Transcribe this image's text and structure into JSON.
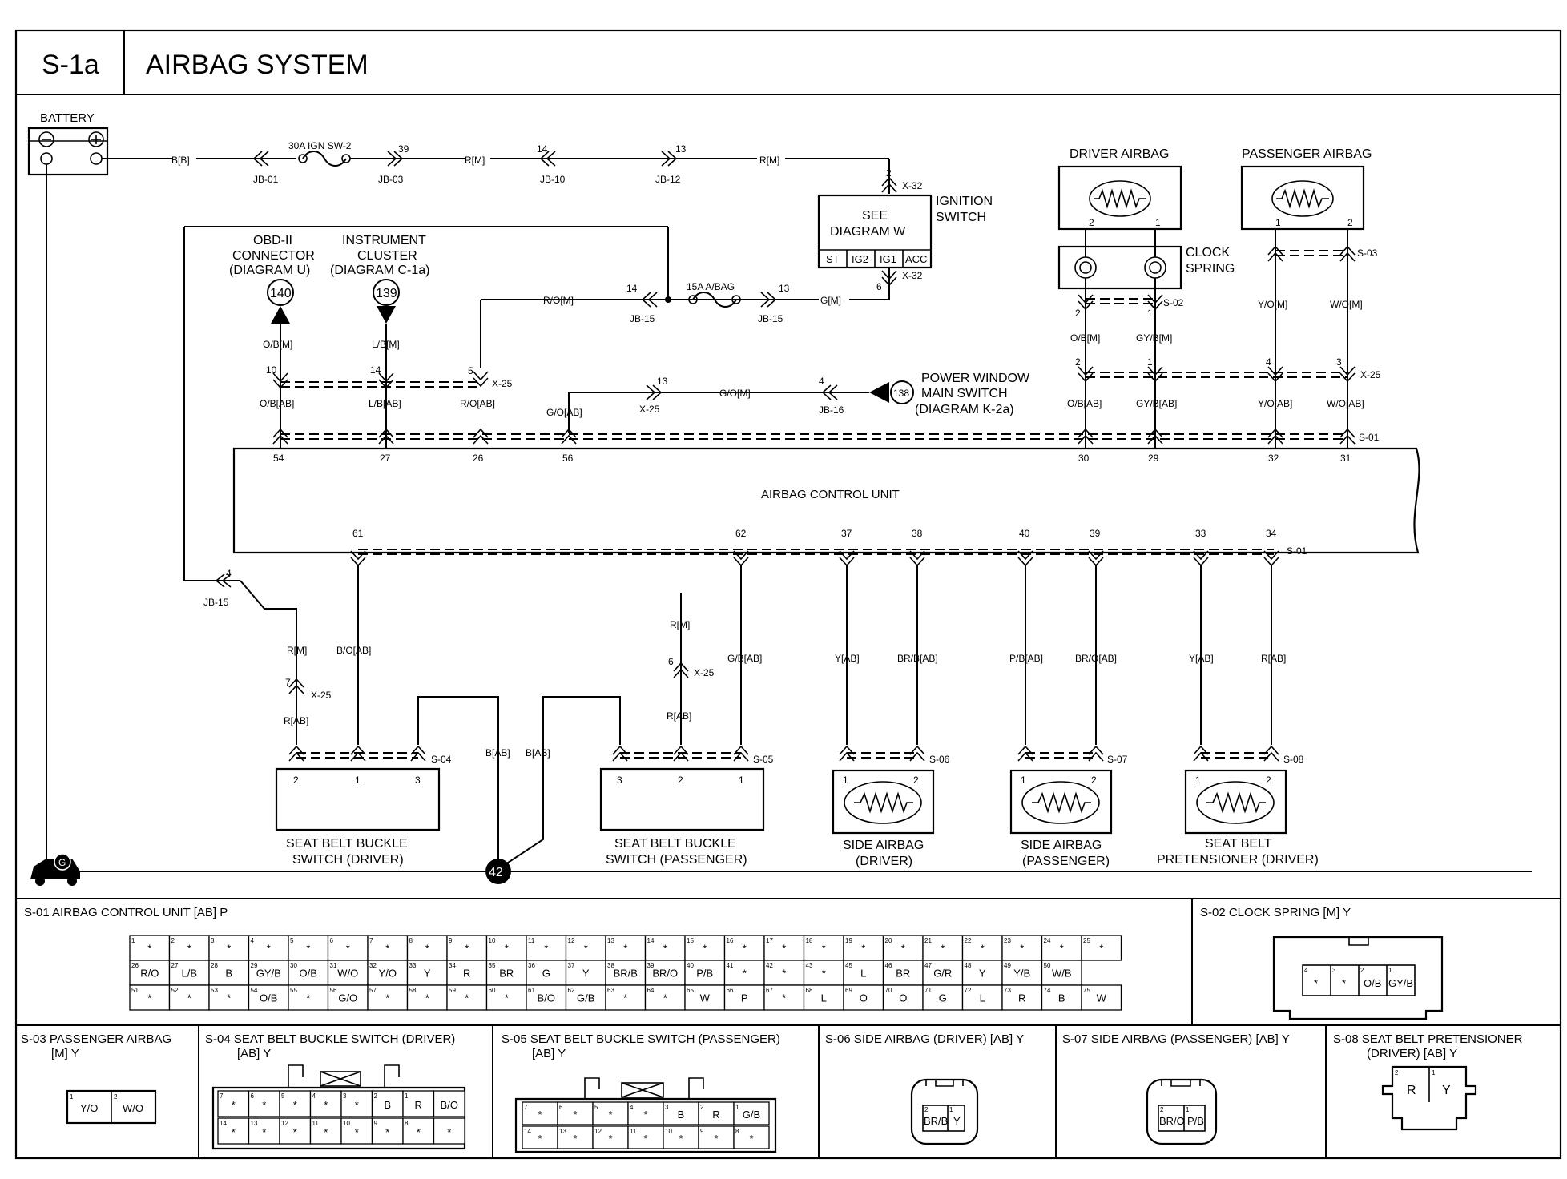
{
  "header": {
    "code": "S-1a",
    "title": "AIRBAG SYSTEM"
  },
  "battery": {
    "label": "BATTERY"
  },
  "top_wires": {
    "bat_wire": "B[B]",
    "jb01": "JB-01",
    "fuse30": "30A IGN SW-2",
    "pin39": "39",
    "jb03": "JB-03",
    "r_m": "R[M]",
    "pin14a": "14",
    "jb10": "JB-10",
    "pin13a": "13",
    "jb12": "JB-12"
  },
  "ignition": {
    "pin2": "2",
    "x32": "X-32",
    "box_line1": "SEE",
    "box_line2": "DIAGRAM W",
    "label1": "IGNITION",
    "label2": "SWITCH",
    "pos": [
      "ST",
      "IG2",
      "IG1",
      "ACC"
    ],
    "pin6": "6"
  },
  "mid_wires": {
    "r_o_m": "R/O[M]",
    "pin14b": "14",
    "jb15": "JB-15",
    "fuse15": "15A A/BAG",
    "pin13b": "13",
    "g_m": "G[M]",
    "pin5": "5",
    "x25": "X-25",
    "r_o_ab": "R/O[AB]",
    "pin13c": "13",
    "g_o_m": "G/O[M]",
    "pin4": "4",
    "jb16": "JB-16",
    "g_o_ab": "G/O[AB]"
  },
  "refs": {
    "obd_l1": "OBD-II",
    "obd_l2": "CONNECTOR",
    "obd_l3": "(DIAGRAM U)",
    "obd_num": "140",
    "ic_l1": "INSTRUMENT",
    "ic_l2": "CLUSTER",
    "ic_l3": "(DIAGRAM C-1a)",
    "ic_num": "139",
    "pw_l1": "POWER WINDOW",
    "pw_l2": "MAIN SWITCH",
    "pw_l3": "(DIAGRAM K-2a)",
    "pw_num": "138",
    "ground_num": "42",
    "ground_g": "G"
  },
  "left_wires": {
    "ob_m": "O/B[M]",
    "lb_m": "L/B[M]",
    "pin10": "10",
    "pin14c": "14",
    "ob_ab": "O/B[AB]",
    "lb_ab": "L/B[AB]"
  },
  "right_top": {
    "driver_airbag": "DRIVER AIRBAG",
    "passenger_airbag": "PASSENGER AIRBAG",
    "clock1": "CLOCK",
    "clock2": "SPRING",
    "s02": "S-02",
    "s03": "S-03",
    "ob_m": "O/B[M]",
    "gyb_m": "GY/B[M]",
    "yo_m": "Y/O[M]",
    "wo_m": "W/O[M]",
    "ob_ab": "O/B[AB]",
    "gyb_ab": "GY/B[AB]",
    "yo_ab": "Y/O[AB]",
    "wo_ab": "W/O[AB]",
    "x25": "X-25",
    "s01": "S-01",
    "p2": "2",
    "p1": "1",
    "p4": "4",
    "p3": "3"
  },
  "acu": {
    "label": "AIRBAG CONTROL UNIT",
    "top_pins": [
      "54",
      "27",
      "26",
      "56",
      "30",
      "29",
      "32",
      "31"
    ],
    "bottom_pins": [
      "61",
      "62",
      "37",
      "38",
      "40",
      "39",
      "33",
      "34"
    ],
    "s01": "S-01"
  },
  "lower": {
    "pin4": "4",
    "jb15": "JB-15",
    "r_m1": "R[M]",
    "pin7": "7",
    "x25a": "X-25",
    "r_ab1": "R[AB]",
    "bo_ab": "B/O[AB]",
    "b_ab1": "B[AB]",
    "b_ab2": "B[AB]",
    "r_m2": "R[M]",
    "pin6": "6",
    "x25b": "X-25",
    "r_ab2": "R[AB]",
    "gb_ab": "G/B[AB]",
    "y_ab1": "Y[AB]",
    "brb_ab": "BR/B[AB]",
    "pb_ab": "P/B[AB]",
    "bro_ab": "BR/O[AB]",
    "y_ab2": "Y[AB]",
    "r_ab3": "R[AB]",
    "s04": "S-04",
    "s05": "S-05",
    "s06": "S-06",
    "s07": "S-07",
    "s08": "S-08"
  },
  "components": {
    "sbd_l1": "SEAT BELT BUCKLE",
    "sbd_l2": "SWITCH (DRIVER)",
    "sbd_pins": [
      "2",
      "1",
      "3"
    ],
    "sbp_l1": "SEAT BELT BUCKLE",
    "sbp_l2": "SWITCH (PASSENGER)",
    "sbp_pins": [
      "3",
      "2",
      "1"
    ],
    "sad_l1": "SIDE AIRBAG",
    "sad_l2": "(DRIVER)",
    "sap_l1": "SIDE AIRBAG",
    "sap_l2": "(PASSENGER)",
    "sbt_l1": "SEAT BELT",
    "sbt_l2": "PRETENSIONER (DRIVER)"
  },
  "connectors": {
    "s01_title": "S-01 AIRBAG CONTROL UNIT [AB] P",
    "s01_rows": [
      [
        "*",
        "*",
        "*",
        "*",
        "*",
        "*",
        "*",
        "*",
        "*",
        "*",
        "*",
        "*",
        "*",
        "*",
        "*",
        "*",
        "*",
        "*",
        "*",
        "*",
        "*",
        "*",
        "*",
        "*",
        "*"
      ],
      [
        "R/O",
        "L/B",
        "B",
        "GY/B",
        "O/B",
        "W/O",
        "Y/O",
        "Y",
        "R",
        "BR",
        "G",
        "Y",
        "BR/B",
        "BR/O",
        "P/B",
        "*",
        "*",
        "*",
        "L",
        "BR",
        "G/R",
        "Y",
        "Y/B",
        "W/B"
      ],
      [
        "*",
        "*",
        "*",
        "O/B",
        "*",
        "G/O",
        "*",
        "*",
        "*",
        "*",
        "B/O",
        "G/B",
        "*",
        "*",
        "W",
        "P",
        "*",
        "L",
        "O",
        "O",
        "G",
        "L",
        "R",
        "B",
        "W"
      ]
    ],
    "s01_pins": [
      [
        "1",
        "2",
        "3",
        "4",
        "5",
        "6",
        "7",
        "8",
        "9",
        "10",
        "11",
        "12",
        "13",
        "14",
        "15",
        "16",
        "17",
        "18",
        "19",
        "20",
        "21",
        "22",
        "23",
        "24",
        "25"
      ],
      [
        "26",
        "27",
        "28",
        "29",
        "30",
        "31",
        "32",
        "33",
        "34",
        "35",
        "36",
        "37",
        "38",
        "39",
        "40",
        "41",
        "42",
        "43",
        "45",
        "46",
        "47",
        "48",
        "49",
        "50"
      ],
      [
        "51",
        "52",
        "53",
        "54",
        "55",
        "56",
        "57",
        "58",
        "59",
        "60",
        "61",
        "62",
        "63",
        "64",
        "65",
        "66",
        "67",
        "68",
        "69",
        "70",
        "71",
        "72",
        "73",
        "74",
        "75"
      ]
    ],
    "s02_title": "S-02 CLOCK SPRING [M] Y",
    "s02_cells": [
      "*",
      "*",
      "O/B",
      "GY/B"
    ],
    "s02_pins": [
      "4",
      "3",
      "2",
      "1"
    ],
    "s03_title1": "S-03 PASSENGER AIRBAG",
    "s03_title2": "[M] Y",
    "s03_cells": [
      "Y/O",
      "W/O"
    ],
    "s03_pins": [
      "1",
      "2"
    ],
    "s04_title1": "S-04 SEAT BELT BUCKLE SWITCH (DRIVER)",
    "s04_title2": "[AB] Y",
    "s04_row1": [
      "*",
      "*",
      "*",
      "*",
      "*",
      "B",
      "R",
      "B/O"
    ],
    "s04_pins1": [
      "7",
      "6",
      "5",
      "4",
      "3",
      "2",
      "1",
      ""
    ],
    "s04_row2": [
      "*",
      "*",
      "*",
      "*",
      "*",
      "*",
      "*",
      "*"
    ],
    "s04_pins2": [
      "14",
      "13",
      "12",
      "11",
      "10",
      "9",
      "8",
      ""
    ],
    "s05_title1": "S-05 SEAT BELT BUCKLE SWITCH (PASSENGER)",
    "s05_title2": "[AB] Y",
    "s05_row1": [
      "*",
      "*",
      "*",
      "*",
      "B",
      "R",
      "G/B"
    ],
    "s05_pins1": [
      "7",
      "6",
      "5",
      "4",
      "3",
      "2",
      "1"
    ],
    "s05_row2": [
      "*",
      "*",
      "*",
      "*",
      "*",
      "*",
      "*"
    ],
    "s05_pins2": [
      "14",
      "13",
      "12",
      "11",
      "10",
      "9",
      "8"
    ],
    "s06_title": "S-06 SIDE AIRBAG (DRIVER) [AB] Y",
    "s06_cells": [
      "BR/B",
      "Y"
    ],
    "s06_pins": [
      "2",
      "1"
    ],
    "s07_title": "S-07 SIDE AIRBAG (PASSENGER) [AB] Y",
    "s07_cells": [
      "BR/O",
      "P/B"
    ],
    "s07_pins": [
      "2",
      "1"
    ],
    "s08_title1": "S-08 SEAT BELT PRETENSIONER",
    "s08_title2": "(DRIVER) [AB] Y",
    "s08_cells": [
      "R",
      "Y"
    ],
    "s08_pins": [
      "2",
      "1"
    ]
  }
}
